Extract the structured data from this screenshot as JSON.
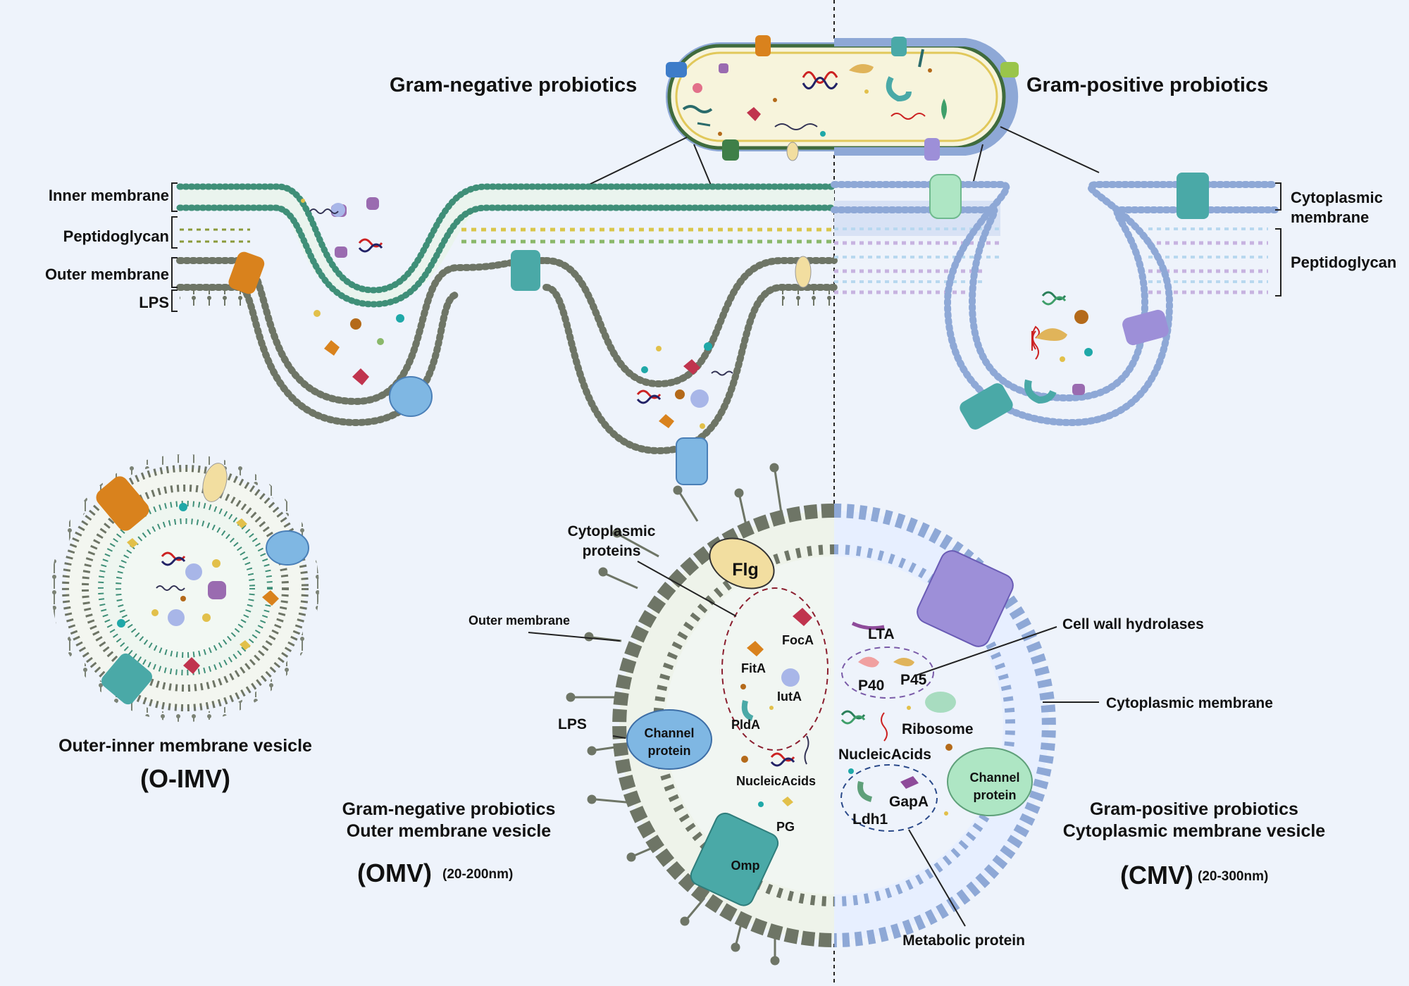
{
  "header": {
    "gram_negative_title": "Gram-negative probiotics",
    "gram_positive_title": "Gram-positive probiotics"
  },
  "left_layers": {
    "inner_membrane": "Inner membrane",
    "peptidoglycan": "Peptidoglycan",
    "outer_membrane": "Outer membrane",
    "lps": "LPS"
  },
  "right_layers": {
    "cytoplasmic_line1": "Cytoplasmic",
    "cytoplasmic_line2": "membrane",
    "peptidoglycan": "Peptidoglycan"
  },
  "oimv": {
    "caption": "Outer-inner membrane vesicle",
    "abbr": "(O-IMV)"
  },
  "omv": {
    "caption_line1": "Gram-negative probiotics",
    "caption_line2": "Outer membrane vesicle",
    "abbr": "(OMV)",
    "size": "(20-200nm)",
    "outer_membrane": "Outer membrane",
    "cytoplasmic_proteins_line1": "Cytoplasmic",
    "cytoplasmic_proteins_line2": "proteins",
    "lps": "LPS",
    "flg": "Flg",
    "foca": "FocA",
    "fita": "FitA",
    "iuta": "IutA",
    "plda": "PldA",
    "channel_line1": "Channel",
    "channel_line2": "protein",
    "nucleic": "NucleicAcids",
    "pg": "PG",
    "omp": "Omp"
  },
  "cmv": {
    "caption_line1": "Gram-positive probiotics",
    "caption_line2": "Cytoplasmic membrane vesicle",
    "abbr": "(CMV)",
    "size": "(20-300nm)",
    "lta": "LTA",
    "cell_wall_hydrolases": "Cell wall hydrolases",
    "p40": "P40",
    "p45": "P45",
    "cytoplasmic_membrane": "Cytoplasmic membrane",
    "ribosome": "Ribosome",
    "nucleic": "NucleicAcids",
    "channel_line1": "Channel",
    "channel_line2": "protein",
    "gapa": "GapA",
    "ldh1": "Ldh1",
    "metabolic_protein": "Metabolic protein"
  },
  "colors": {
    "gram_negative_membrane": "#6e7566",
    "inner_membrane": "#3f8f78",
    "gram_positive_membrane": "#8ea8d6",
    "omp_teal": "#4aa9a7",
    "porin_orange": "#d9821d",
    "porin_blue": "#7fb7e3",
    "flg_yellow": "#f2dea0",
    "cmv_purple": "#9d8fd8",
    "channel_green": "#aee6c4"
  }
}
